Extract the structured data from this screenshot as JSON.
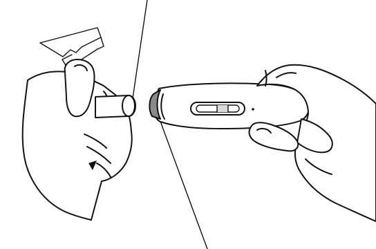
{
  "illustration": {
    "subject": "remove-pen-cap",
    "elements": [
      "direction-arrows",
      "left-hand",
      "pen-cap",
      "separator-line",
      "injection-pen",
      "right-hand"
    ],
    "colors": {
      "line": "#111111",
      "background": "#ffffff",
      "cap_tip": "#8a8a8a",
      "window_shade": "#d9d9d9"
    }
  }
}
